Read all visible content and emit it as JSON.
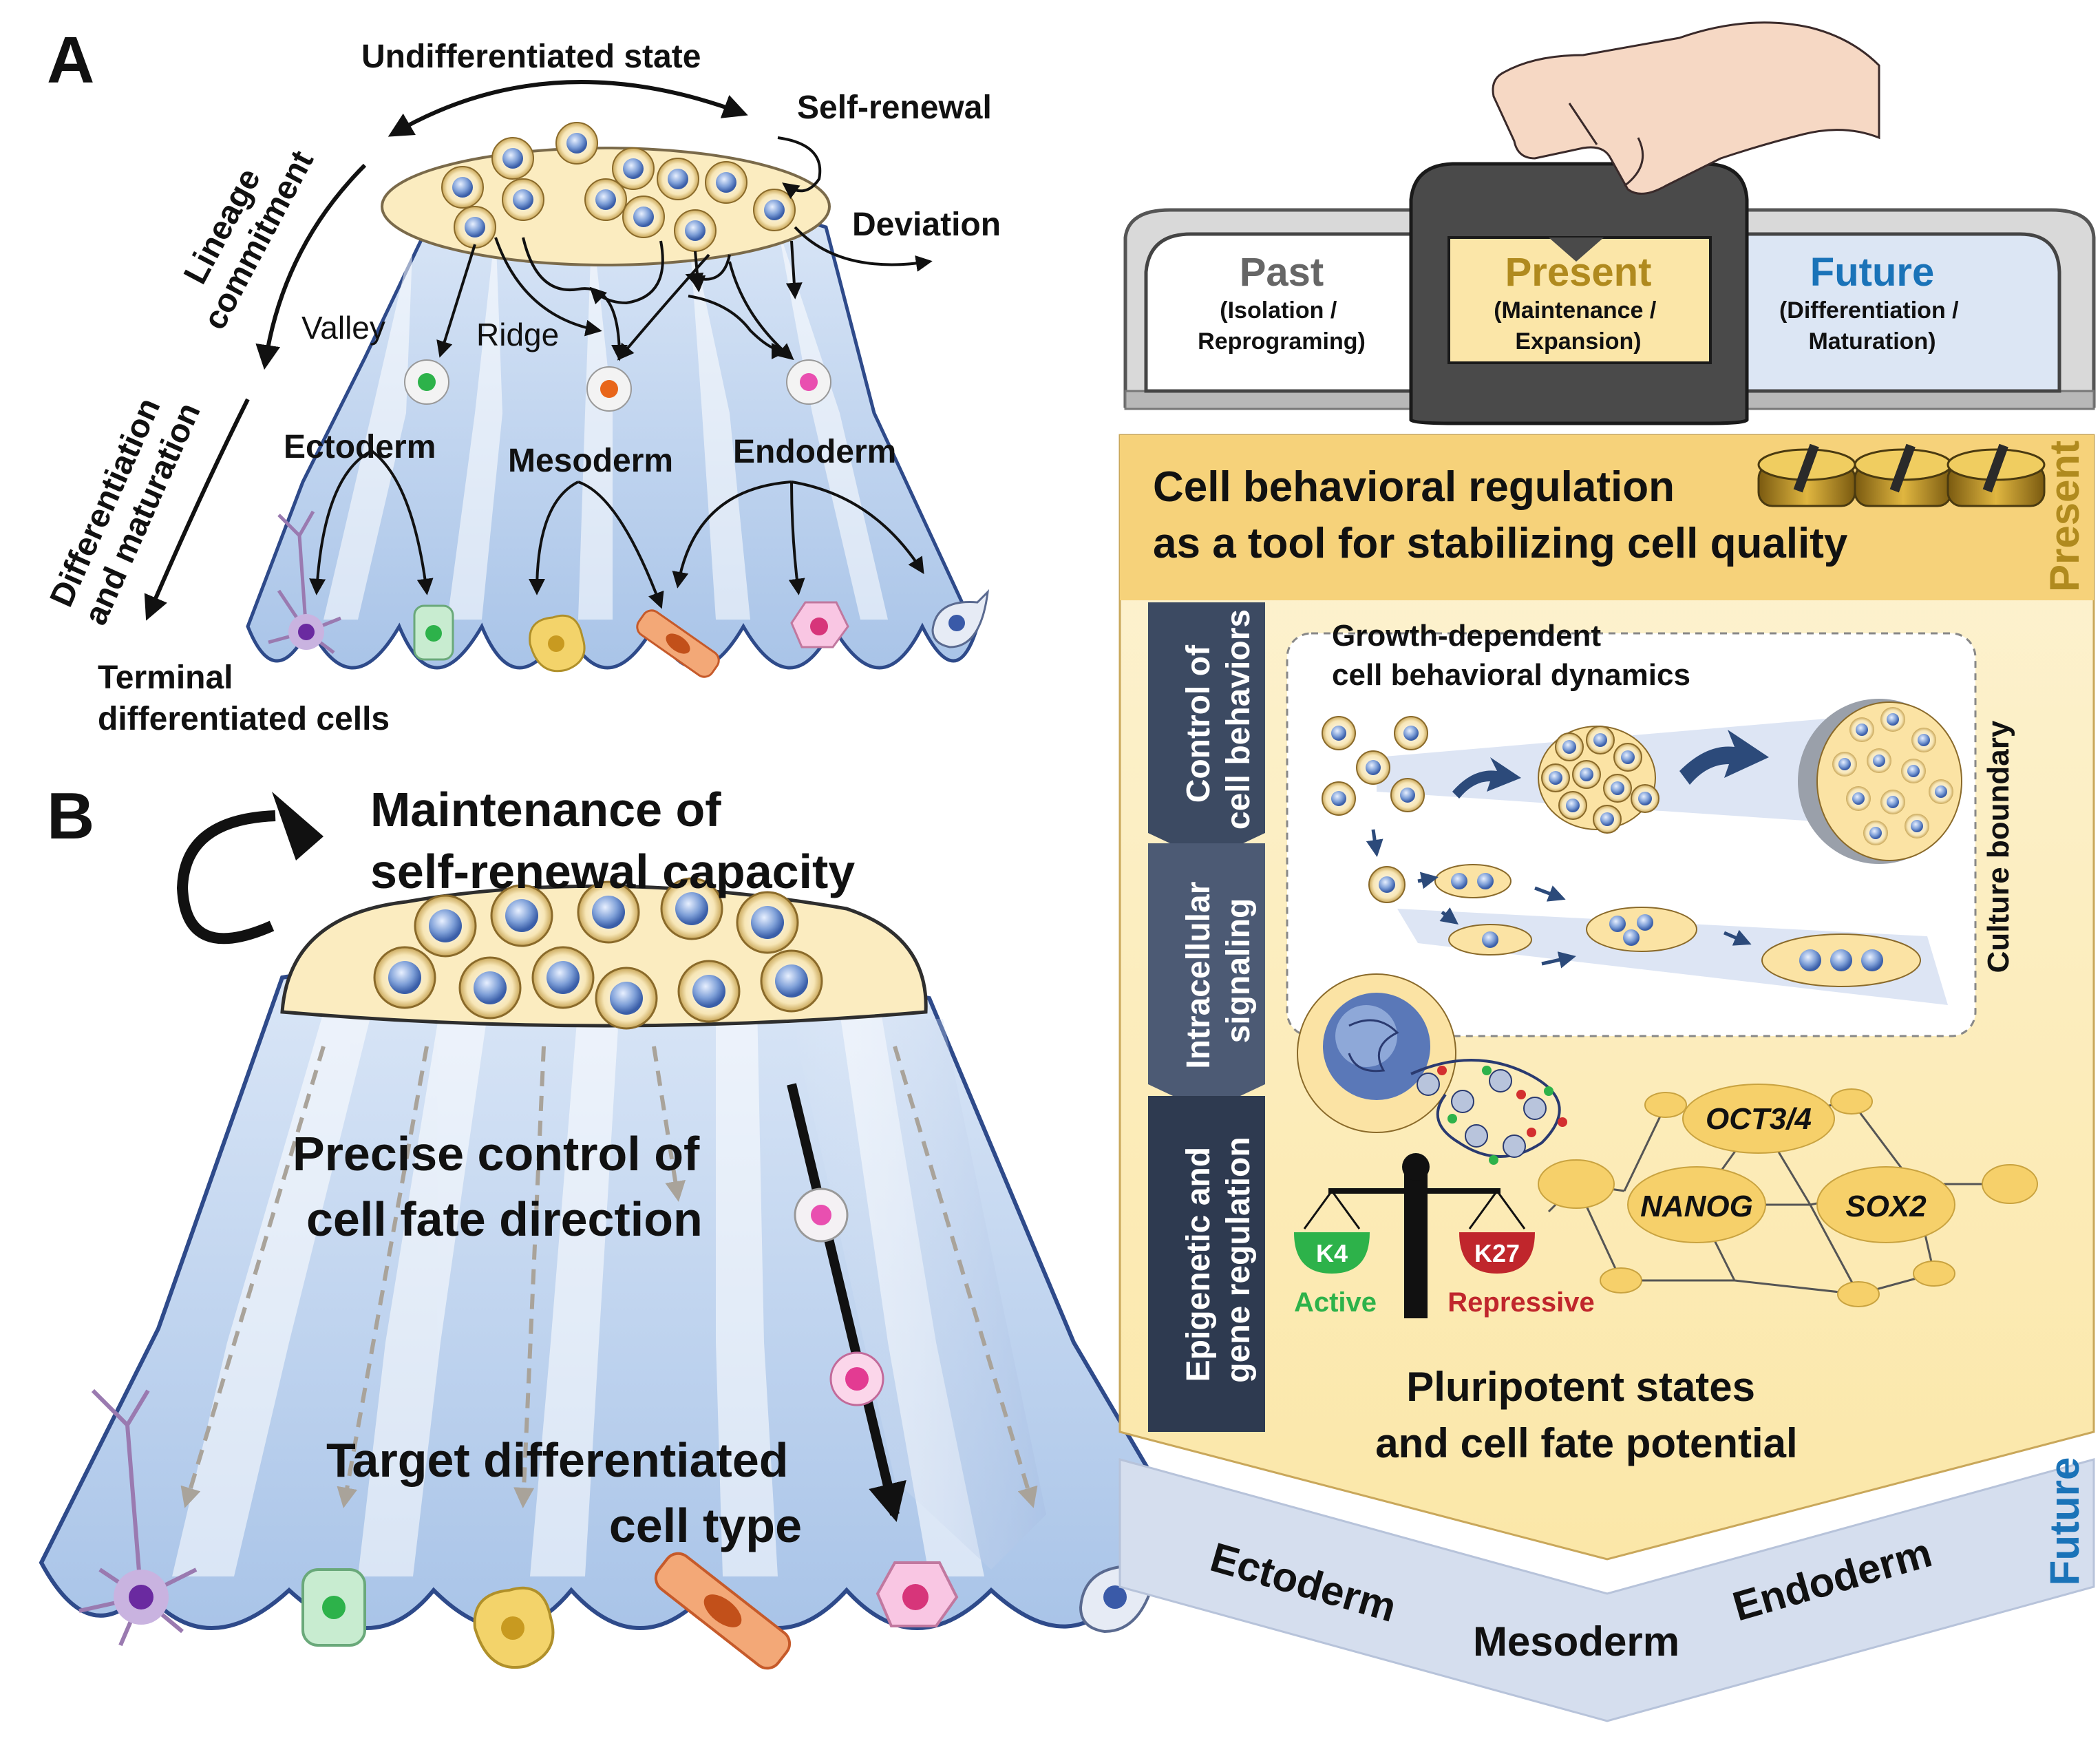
{
  "panel_a": {
    "label": "A",
    "top_arrow_label": "Undifferentiated state",
    "self_renewal": "Self-renewal",
    "deviation": "Deviation",
    "lineage_1": "Lineage",
    "lineage_2": "commitment",
    "valley": "Valley",
    "ridge": "Ridge",
    "diff_1": "Differentiation",
    "diff_2": "and maturation",
    "ectoderm": "Ectoderm",
    "mesoderm": "Mesoderm",
    "endoderm": "Endoderm",
    "terminal_1": "Terminal",
    "terminal_2": "differentiated cells"
  },
  "panel_b": {
    "label": "B",
    "maint_1": "Maintenance of",
    "maint_2": "self-renewal capacity",
    "precise_1": "Precise control of",
    "precise_2": "cell fate direction",
    "target_1": "Target differentiated",
    "target_2": "cell type"
  },
  "right": {
    "past_title": "Past",
    "past_sub_1": "(Isolation /",
    "past_sub_2": "Reprograming)",
    "present_title": "Present",
    "present_sub_1": "(Maintenance /",
    "present_sub_2": "Expansion)",
    "future_title": "Future",
    "future_sub_1": "(Differentiation /",
    "future_sub_2": "Maturation)",
    "headline_1": "Cell behavioral regulation",
    "headline_2": "as a tool  for stabilizing cell quality",
    "side_present": "Present",
    "side_future": "Future",
    "tab_1a": "Control of",
    "tab_1b": "cell behaviors",
    "tab_2a": "Intracellular",
    "tab_2b": "signaling",
    "tab_3a": "Epigenetic and",
    "tab_3b": "gene regulation",
    "growth_1": "Growth-dependent",
    "growth_2": "cell behavioral dynamics",
    "culture_boundary": "Culture boundary",
    "oct": "OCT3/4",
    "nanog": "NANOG",
    "sox2": "SOX2",
    "k4": "K4",
    "k27": "K27",
    "active": "Active",
    "repressive": "Repressive",
    "pluri_1": "Pluripotent states",
    "pluri_2": "and cell fate potential",
    "bottom_ecto": "Ectoderm",
    "bottom_meso": "Mesoderm",
    "bottom_endo": "Endoderm"
  },
  "colors": {
    "present_gold": "#b08a1e",
    "future_blue": "#1a73b8",
    "active_green": "#2db24a",
    "repressive_red": "#c0262c",
    "panel_yellow": "#fbe9b3",
    "tab_navy": "#3c4a62"
  }
}
